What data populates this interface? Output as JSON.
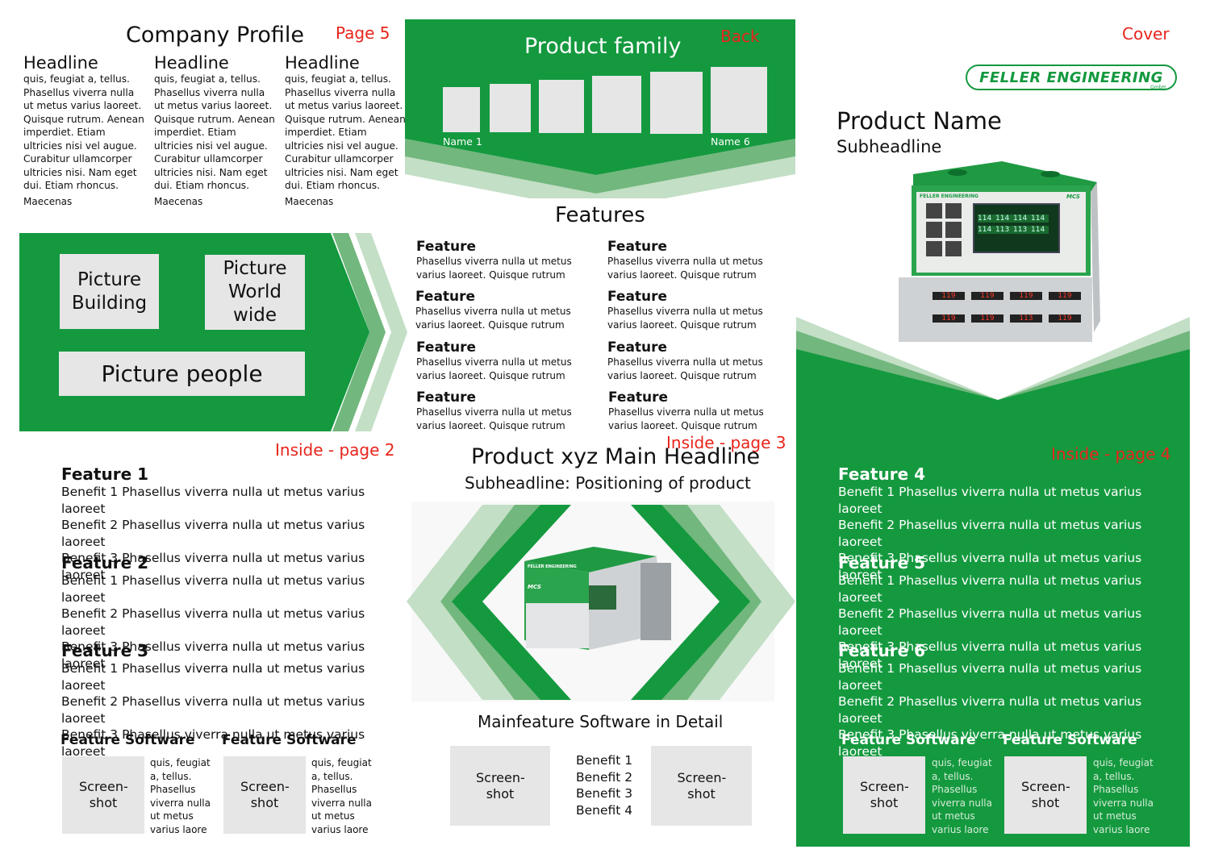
{
  "page5": {
    "label": "Page 5",
    "title": "Company Profile",
    "columns": [
      {
        "headline": "Headline",
        "text": "quis, feugiat a, tellus. Phasellus viverra nulla ut metus varius laoreet. Quisque rutrum. Aenean imperdiet. Etiam ultricies nisi vel augue. Curabitur ullamcorper ultricies nisi. Nam eget dui. Etiam rhoncus.",
        "tail": "Maecenas"
      },
      {
        "headline": "Headline",
        "text": "quis, feugiat a, tellus. Phasellus viverra nulla ut metus varius laoreet. Quisque rutrum. Aenean imperdiet. Etiam ultricies nisi vel augue. Curabitur ullamcorper ultricies nisi. Nam eget dui. Etiam rhoncus.",
        "tail": "Maecenas"
      },
      {
        "headline": "Headline",
        "text": "quis, feugiat a, tellus. Phasellus viverra nulla ut metus varius laoreet. Quisque rutrum. Aenean imperdiet. Etiam ultricies nisi vel augue. Curabitur ullamcorper ultricies nisi. Nam eget dui. Etiam rhoncus.",
        "tail": "Maecenas"
      }
    ],
    "pictures": {
      "building": "Picture Building",
      "world": "Picture World wide",
      "people": "Picture people"
    }
  },
  "back": {
    "label": "Back",
    "family_title": "Product family",
    "first_name": "Name 1",
    "last_name": "Name 6",
    "features_title": "Features",
    "features": [
      {
        "title": "Feature",
        "text": "Phasellus viverra nulla ut metus varius laoreet. Quisque rutrum"
      },
      {
        "title": "Feature",
        "text": "Phasellus viverra nulla ut metus varius laoreet. Quisque rutrum"
      },
      {
        "title": "Feature",
        "text": "Phasellus viverra nulla ut metus varius laoreet. Quisque rutrum"
      },
      {
        "title": "Feature",
        "text": "Phasellus viverra nulla ut metus varius laoreet. Quisque rutrum"
      },
      {
        "title": "Feature",
        "text": "Phasellus viverra nulla ut metus varius laoreet. Quisque rutrum"
      },
      {
        "title": "Feature",
        "text": "Phasellus viverra nulla ut metus varius laoreet. Quisque rutrum"
      },
      {
        "title": "Feature",
        "text": "Phasellus viverra nulla ut metus varius laoreet. Quisque rutrum"
      },
      {
        "title": "Feature",
        "text": "Phasellus viverra nulla ut metus varius laoreet. Quisque rutrum"
      }
    ]
  },
  "cover": {
    "label": "Cover",
    "brand": "FELLER ENGINEERING",
    "brand_sub": "GmbH",
    "product_name": "Product Name",
    "subheadline": "Subheadline",
    "device_brand": "FELLER ENGINEERING",
    "device_model": "MCS",
    "screen_readings": [
      "114",
      "114",
      "114",
      "114",
      "114",
      "113",
      "113",
      "114"
    ],
    "display_readings": [
      "119",
      "119",
      "119",
      "119",
      "119",
      "119",
      "113",
      "119"
    ]
  },
  "page2": {
    "label": "Inside - page 2",
    "features": [
      {
        "title": "Feature 1",
        "benefits": [
          "Benefit 1 Phasellus viverra nulla ut metus varius laoreet",
          "Benefit 2 Phasellus viverra nulla ut metus varius laoreet",
          "Benefit 3 Phasellus viverra nulla ut metus varius laoreet"
        ]
      },
      {
        "title": "Feature 2",
        "benefits": [
          "Benefit 1 Phasellus viverra nulla ut metus varius laoreet",
          "Benefit 2 Phasellus viverra nulla ut metus varius laoreet",
          "Benefit 3 Phasellus viverra nulla ut metus varius laoreet"
        ]
      },
      {
        "title": "Feature 3",
        "benefits": [
          "Benefit 1 Phasellus viverra nulla ut metus varius laoreet",
          "Benefit 2 Phasellus viverra nulla ut metus varius laoreet",
          "Benefit 3 Phasellus viverra nulla ut metus varius laoreet"
        ]
      }
    ],
    "software": [
      {
        "title": "Feature Software",
        "shot": "Screen-shot",
        "text": "quis, feugiat a, tellus. Phasellus viverra nulla ut metus varius laore"
      },
      {
        "title": "Feature Software",
        "shot": "Screen-shot",
        "text": "quis, feugiat a, tellus. Phasellus viverra nulla ut metus varius laore"
      }
    ]
  },
  "page3": {
    "label": "Inside - page 3",
    "headline": "Product xyz Main Headline",
    "subheadline": "Subheadline: Positioning of product",
    "device_brand": "FELLER ENGINEERING",
    "device_model": "MCS",
    "mainfeature": "Mainfeature Software in Detail",
    "shot_left": "Screen-shot",
    "shot_right": "Screen-shot",
    "benefits": [
      "Benefit 1",
      "Benefit 2",
      "Benefit 3",
      "Benefit 4"
    ]
  },
  "page4": {
    "label": "Inside - page 4",
    "features": [
      {
        "title": "Feature 4",
        "benefits": [
          "Benefit 1 Phasellus viverra nulla ut metus varius laoreet",
          "Benefit 2 Phasellus viverra nulla ut metus varius laoreet",
          "Benefit 3 Phasellus viverra nulla ut metus varius laoreet"
        ]
      },
      {
        "title": "Feature 5",
        "benefits": [
          "Benefit 1 Phasellus viverra nulla ut metus varius laoreet",
          "Benefit 2 Phasellus viverra nulla ut metus varius laoreet",
          "Benefit 3 Phasellus viverra nulla ut metus varius laoreet"
        ]
      },
      {
        "title": "Feature 6",
        "benefits": [
          "Benefit 1 Phasellus viverra nulla ut metus varius laoreet",
          "Benefit 2 Phasellus viverra nulla ut metus varius laoreet",
          "Benefit 3 Phasellus viverra nulla ut metus varius laoreet"
        ]
      }
    ],
    "software": [
      {
        "title": "Feature Software",
        "shot": "Screen-shot",
        "text": "quis, feugiat a, tellus. Phasellus viverra nulla ut metus varius laore"
      },
      {
        "title": "Feature Software",
        "shot": "Screen-shot",
        "text": "quis, feugiat a, tellus. Phasellus viverra nulla ut metus varius laore"
      }
    ]
  },
  "colors": {
    "brand_green": "#14993f",
    "mid_green": "#72b77d",
    "light_green": "#c3dfc6",
    "placeholder_grey": "#e6e6e6",
    "label_red": "#e8251c"
  }
}
